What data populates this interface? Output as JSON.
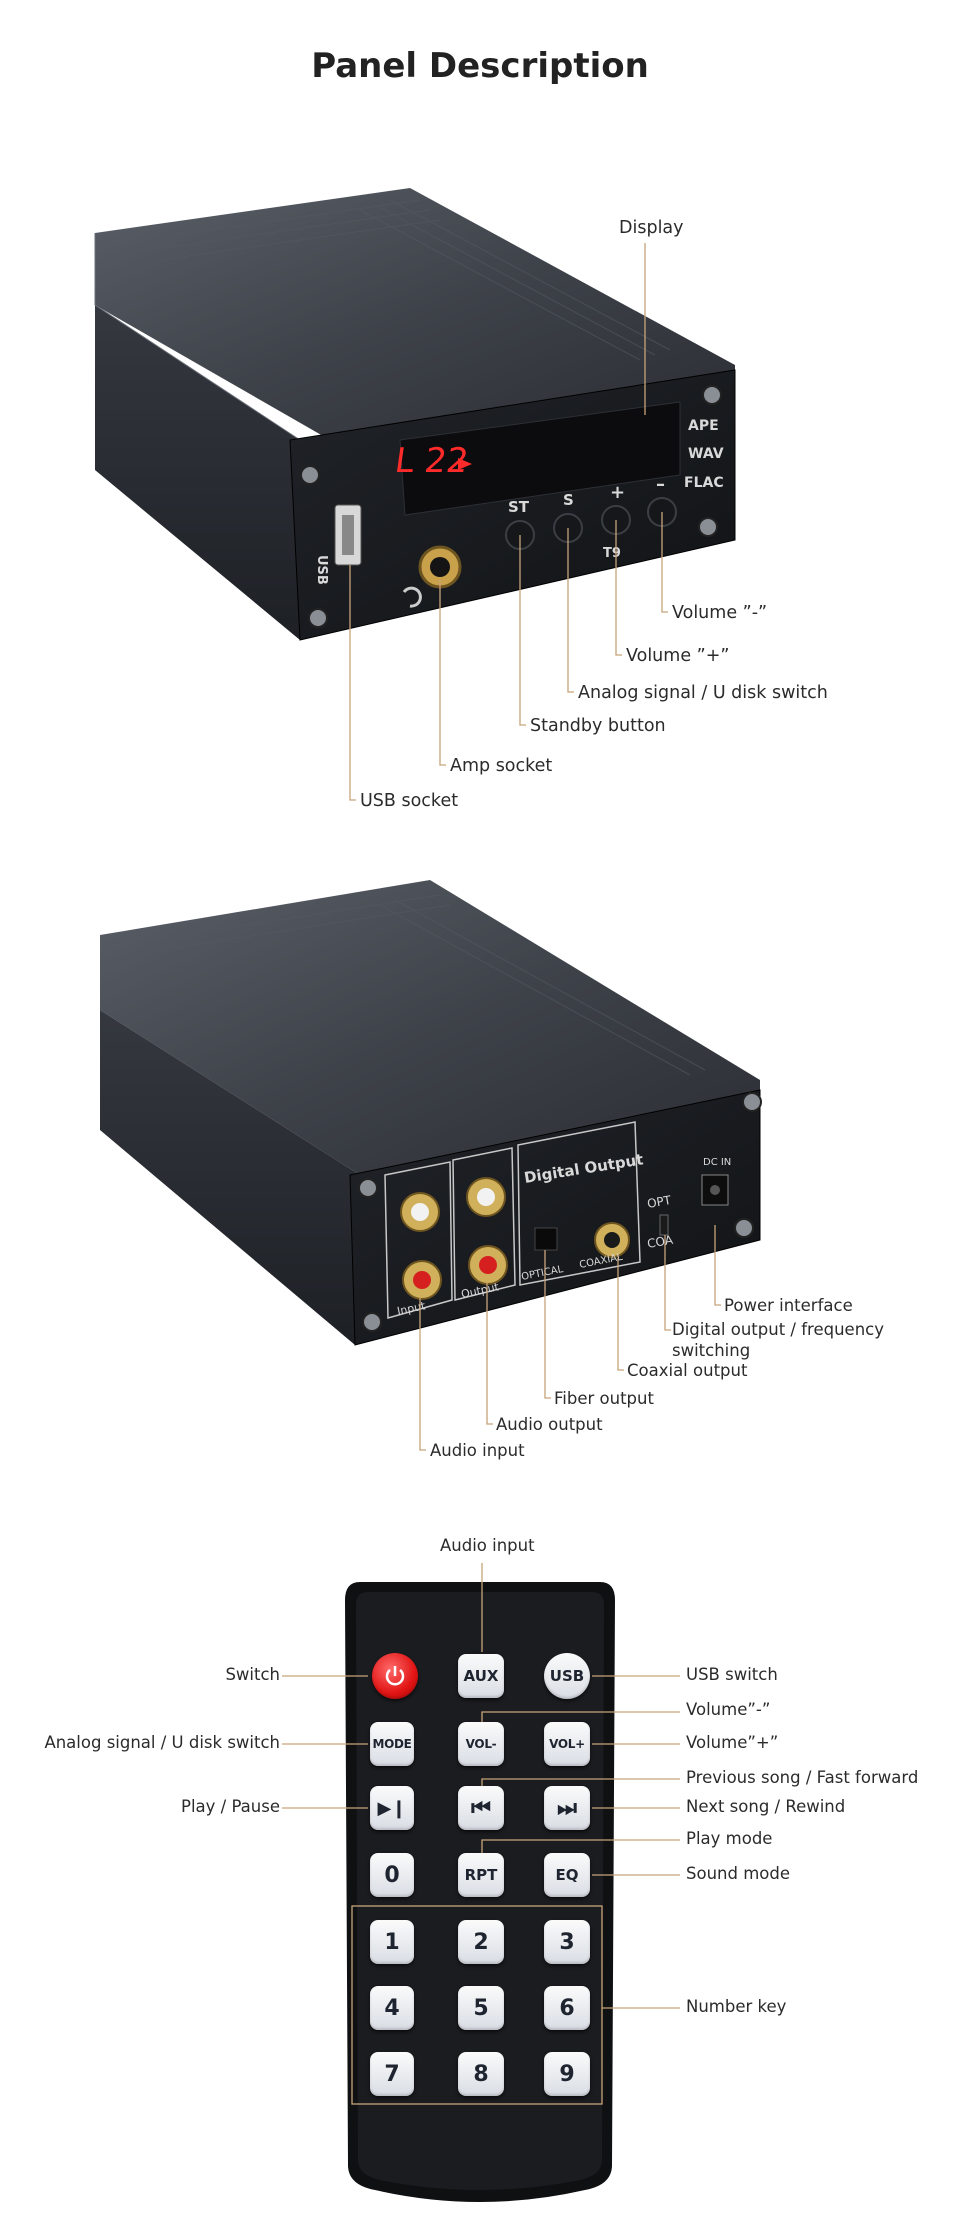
{
  "title": "Panel Description",
  "front_panel": {
    "labels": {
      "display": "Display",
      "volume_minus": "Volume ”-”",
      "volume_plus": "Volume ”+”",
      "analog_switch": "Analog signal / U disk switch",
      "standby": "Standby button",
      "amp_socket": "Amp socket",
      "usb_socket": "USB socket"
    },
    "device": {
      "display_text": "L 22",
      "format_ape": "APE",
      "format_wav": "WAV",
      "format_flac": "FLAC",
      "usb_label": "USB",
      "btn_st": "ST",
      "btn_s": "S",
      "btn_plus": "+",
      "btn_minus": "–",
      "model": "T9"
    }
  },
  "back_panel": {
    "labels": {
      "power": "Power interface",
      "digital_switch_1": "Digital output / frequency",
      "digital_switch_2": "switching",
      "coaxial": "Coaxial output",
      "fiber": "Fiber output",
      "audio_output": "Audio output",
      "audio_input": "Audio input"
    },
    "device": {
      "digital_output": "Digital Output",
      "input": "Input",
      "output": "Output",
      "optical": "OPTICAL",
      "coaxial": "COAXIAL",
      "opt": "OPT",
      "coa": "COA",
      "dc_in": "DC IN"
    }
  },
  "remote": {
    "labels": {
      "audio_input": "Audio input",
      "switch": "Switch",
      "usb_switch": "USB switch",
      "volume_minus": "Volume”-”",
      "analog_switch": "Analog signal / U disk switch",
      "volume_plus": "Volume”+”",
      "previous": "Previous song / Fast forward",
      "play_pause": "Play / Pause",
      "next": "Next song / Rewind",
      "play_mode": "Play mode",
      "sound_mode": "Sound mode",
      "number_key": "Number key"
    },
    "keys": {
      "aux": "AUX",
      "usb": "USB",
      "mode": "MODE",
      "vol_minus": "VOL-",
      "vol_plus": "VOL+",
      "play": "▶❙",
      "prev": "⏮",
      "next": "⏭",
      "zero": "0",
      "rpt": "RPT",
      "eq": "EQ",
      "n1": "1",
      "n2": "2",
      "n3": "3",
      "n4": "4",
      "n5": "5",
      "n6": "6",
      "n7": "7",
      "n8": "8",
      "n9": "9"
    }
  },
  "colors": {
    "leader_line": "#c7a37a",
    "device_body": "#1c1f24",
    "power_key": "#e11414",
    "display_led": "#ff2a2a"
  }
}
